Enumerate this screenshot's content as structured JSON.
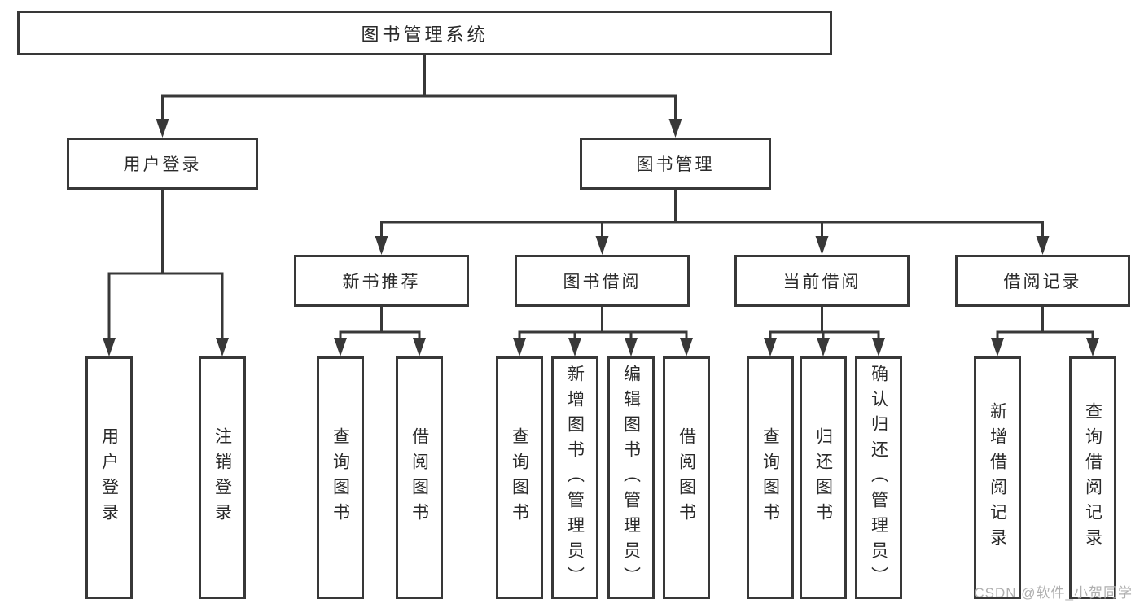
{
  "diagram": {
    "root": {
      "label": "图书管理系统"
    },
    "level2": [
      {
        "id": "user-login",
        "label": "用户登录"
      },
      {
        "id": "book-management",
        "label": "图书管理"
      }
    ],
    "level3": [
      {
        "id": "new-book-recommend",
        "label": "新书推荐",
        "parent": "图书管理"
      },
      {
        "id": "book-borrowing",
        "label": "图书借阅",
        "parent": "图书管理"
      },
      {
        "id": "current-borrowing",
        "label": "当前借阅",
        "parent": "图书管理"
      },
      {
        "id": "borrowing-records",
        "label": "借阅记录",
        "parent": "图书管理"
      }
    ],
    "level4": [
      {
        "group": "用户登录",
        "label": "用户登录"
      },
      {
        "group": "用户登录",
        "label": "注销登录"
      },
      {
        "group": "新书推荐",
        "label": "查询图书"
      },
      {
        "group": "新书推荐",
        "label": "借阅图书"
      },
      {
        "group": "图书借阅",
        "label": "查询图书"
      },
      {
        "group": "图书借阅",
        "label": "新增图书（管理员）"
      },
      {
        "group": "图书借阅",
        "label": "编辑图书（管理员）"
      },
      {
        "group": "图书借阅",
        "label": "借阅图书"
      },
      {
        "group": "当前借阅",
        "label": "查询图书"
      },
      {
        "group": "当前借阅",
        "label": "归还图书"
      },
      {
        "group": "当前借阅",
        "label": "确认归还（管理员）"
      },
      {
        "group": "借阅记录",
        "label": "新增借阅记录"
      },
      {
        "group": "借阅记录",
        "label": "查询借阅记录"
      }
    ]
  },
  "watermark": {
    "text": "CSDN @软件_小贺同学"
  },
  "colors": {
    "line": "#383838",
    "text": "#2a2a2a",
    "box_bg": "#ffffff",
    "watermark": "#ababab"
  }
}
